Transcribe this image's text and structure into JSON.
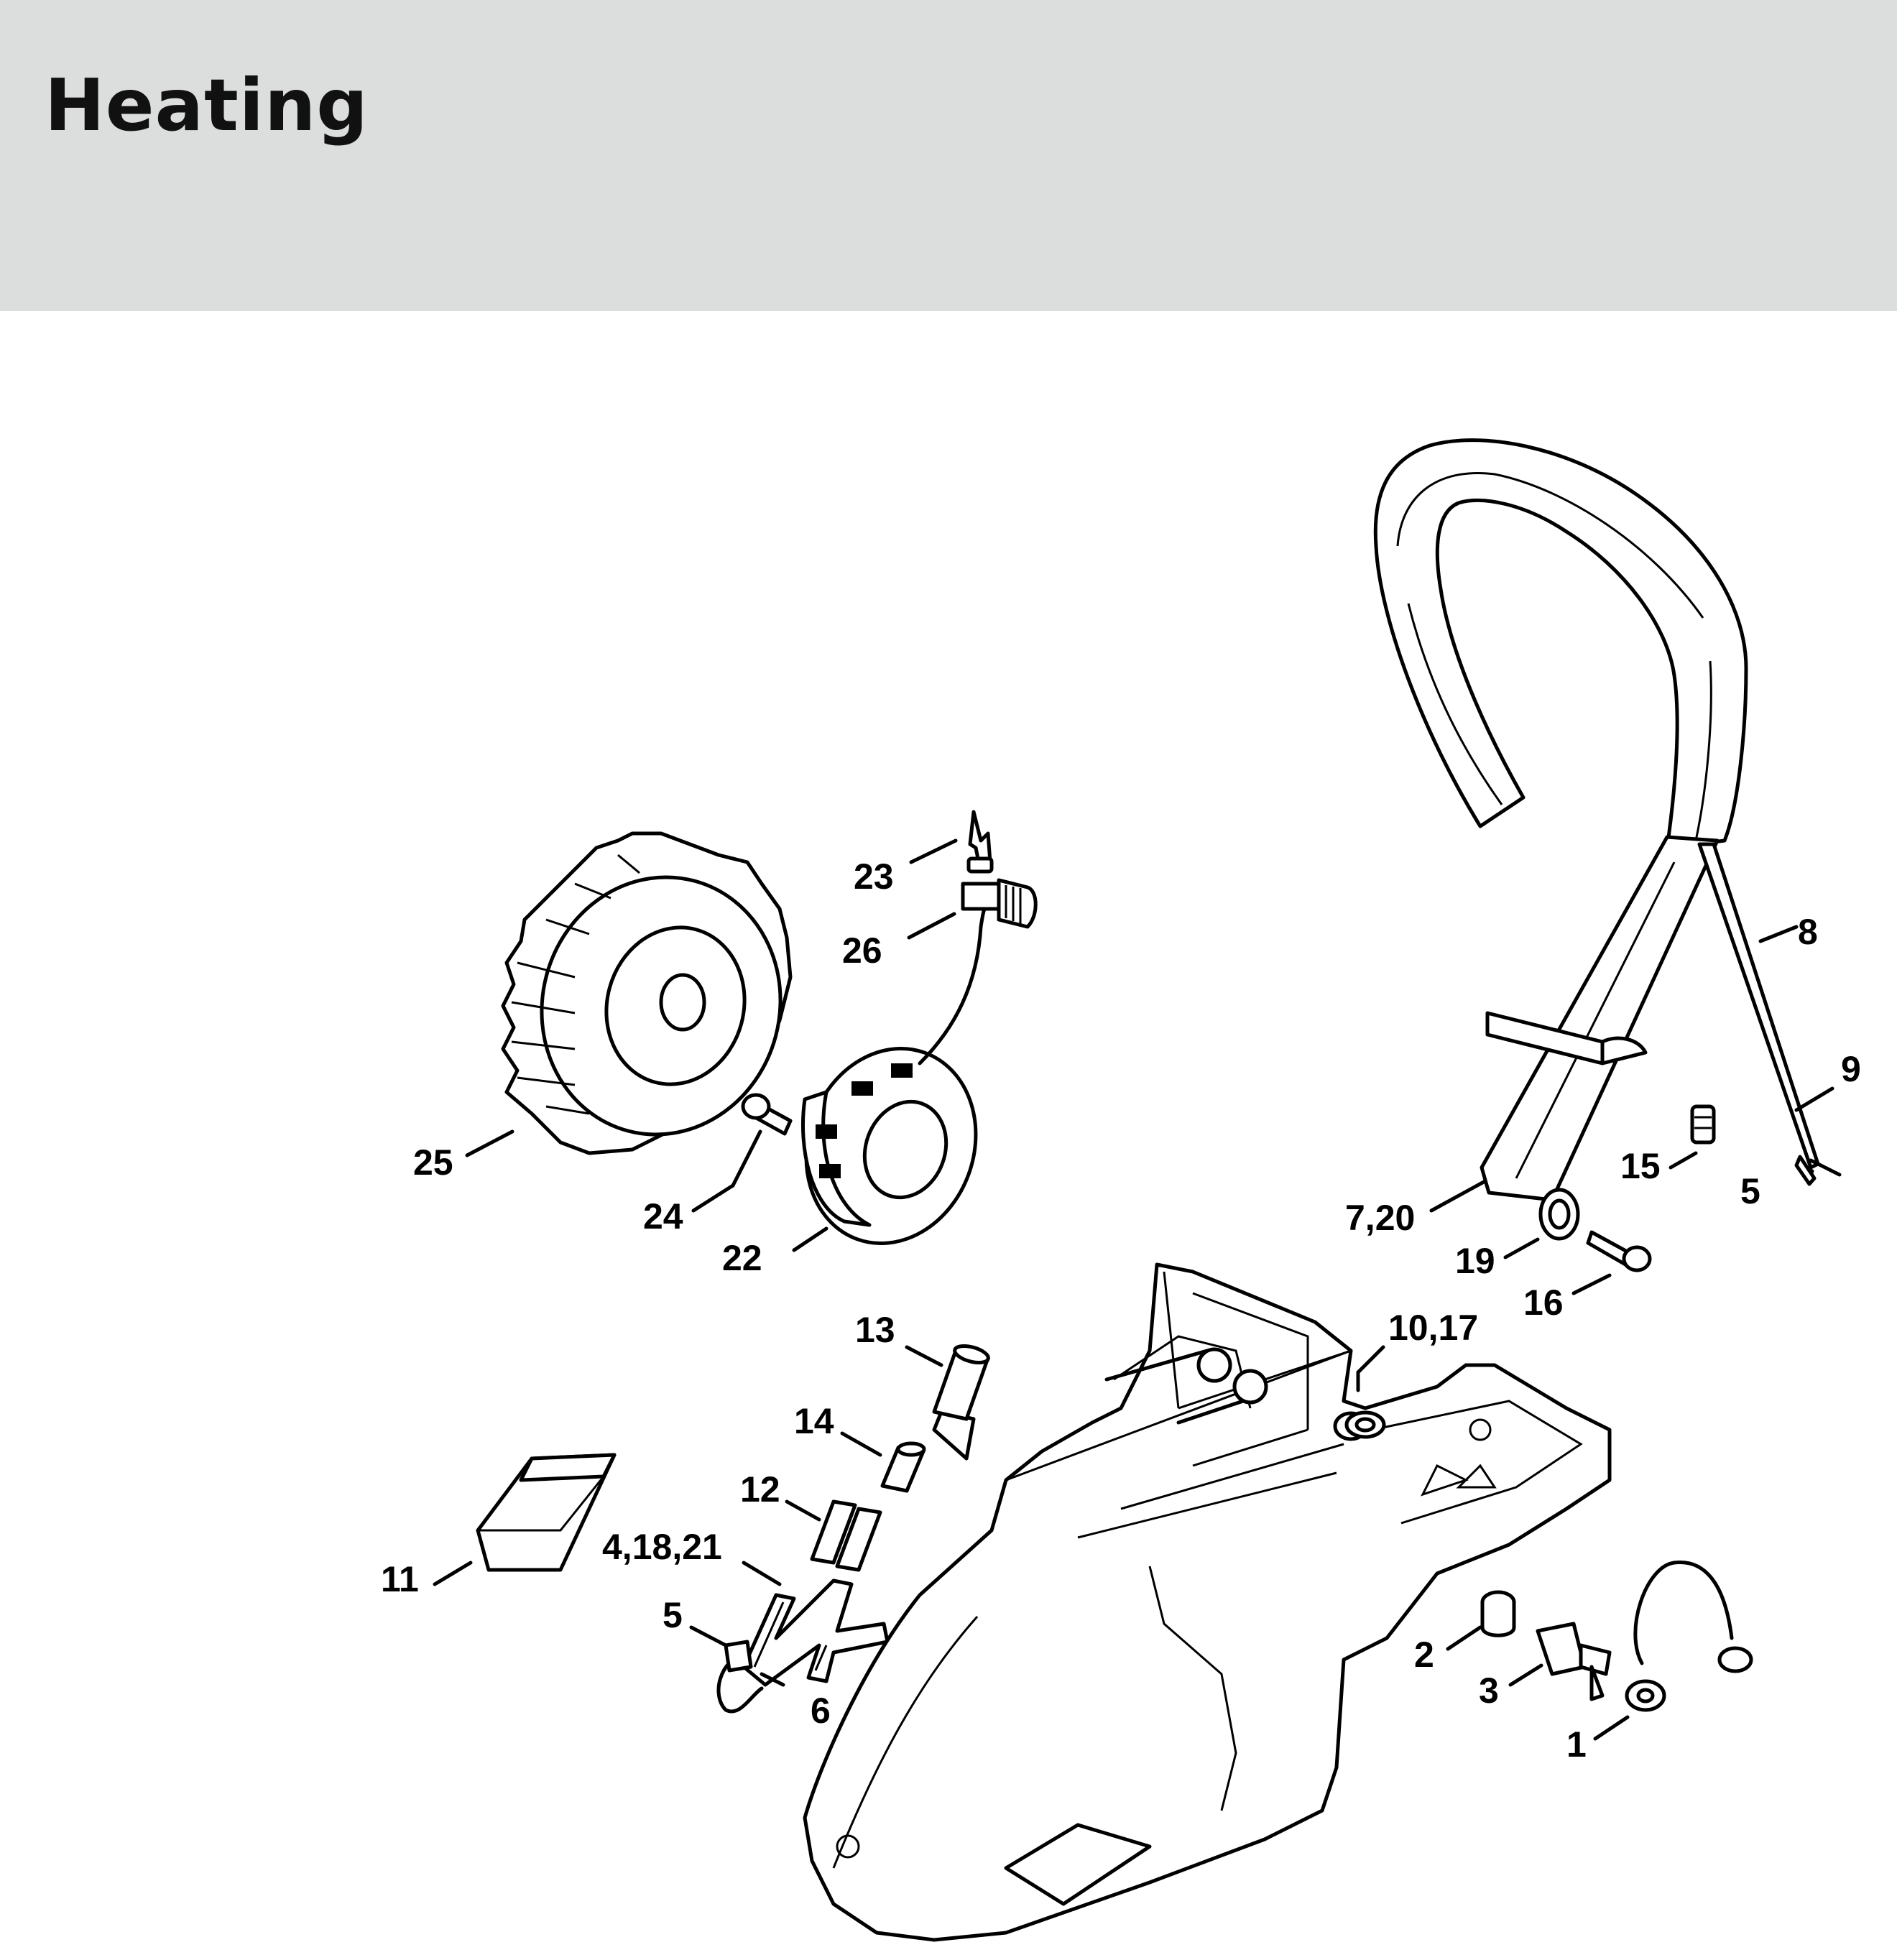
{
  "header": {
    "title": "Heating",
    "background": "#dcdddd"
  },
  "callouts": [
    {
      "id": "c-1",
      "text": "1"
    },
    {
      "id": "c-2",
      "text": "2"
    },
    {
      "id": "c-3",
      "text": "3"
    },
    {
      "id": "c-4-18-21",
      "text": "4,18,21"
    },
    {
      "id": "c-5-left",
      "text": "5"
    },
    {
      "id": "c-5-right",
      "text": "5"
    },
    {
      "id": "c-6",
      "text": "6"
    },
    {
      "id": "c-7-20",
      "text": "7,20"
    },
    {
      "id": "c-8",
      "text": "8"
    },
    {
      "id": "c-9",
      "text": "9"
    },
    {
      "id": "c-10-17",
      "text": "10,17"
    },
    {
      "id": "c-11",
      "text": "11"
    },
    {
      "id": "c-12",
      "text": "12"
    },
    {
      "id": "c-13",
      "text": "13"
    },
    {
      "id": "c-14",
      "text": "14"
    },
    {
      "id": "c-15",
      "text": "15"
    },
    {
      "id": "c-16",
      "text": "16"
    },
    {
      "id": "c-19",
      "text": "19"
    },
    {
      "id": "c-22",
      "text": "22"
    },
    {
      "id": "c-23",
      "text": "23"
    },
    {
      "id": "c-24",
      "text": "24"
    },
    {
      "id": "c-25",
      "text": "25"
    },
    {
      "id": "c-26",
      "text": "26"
    }
  ]
}
